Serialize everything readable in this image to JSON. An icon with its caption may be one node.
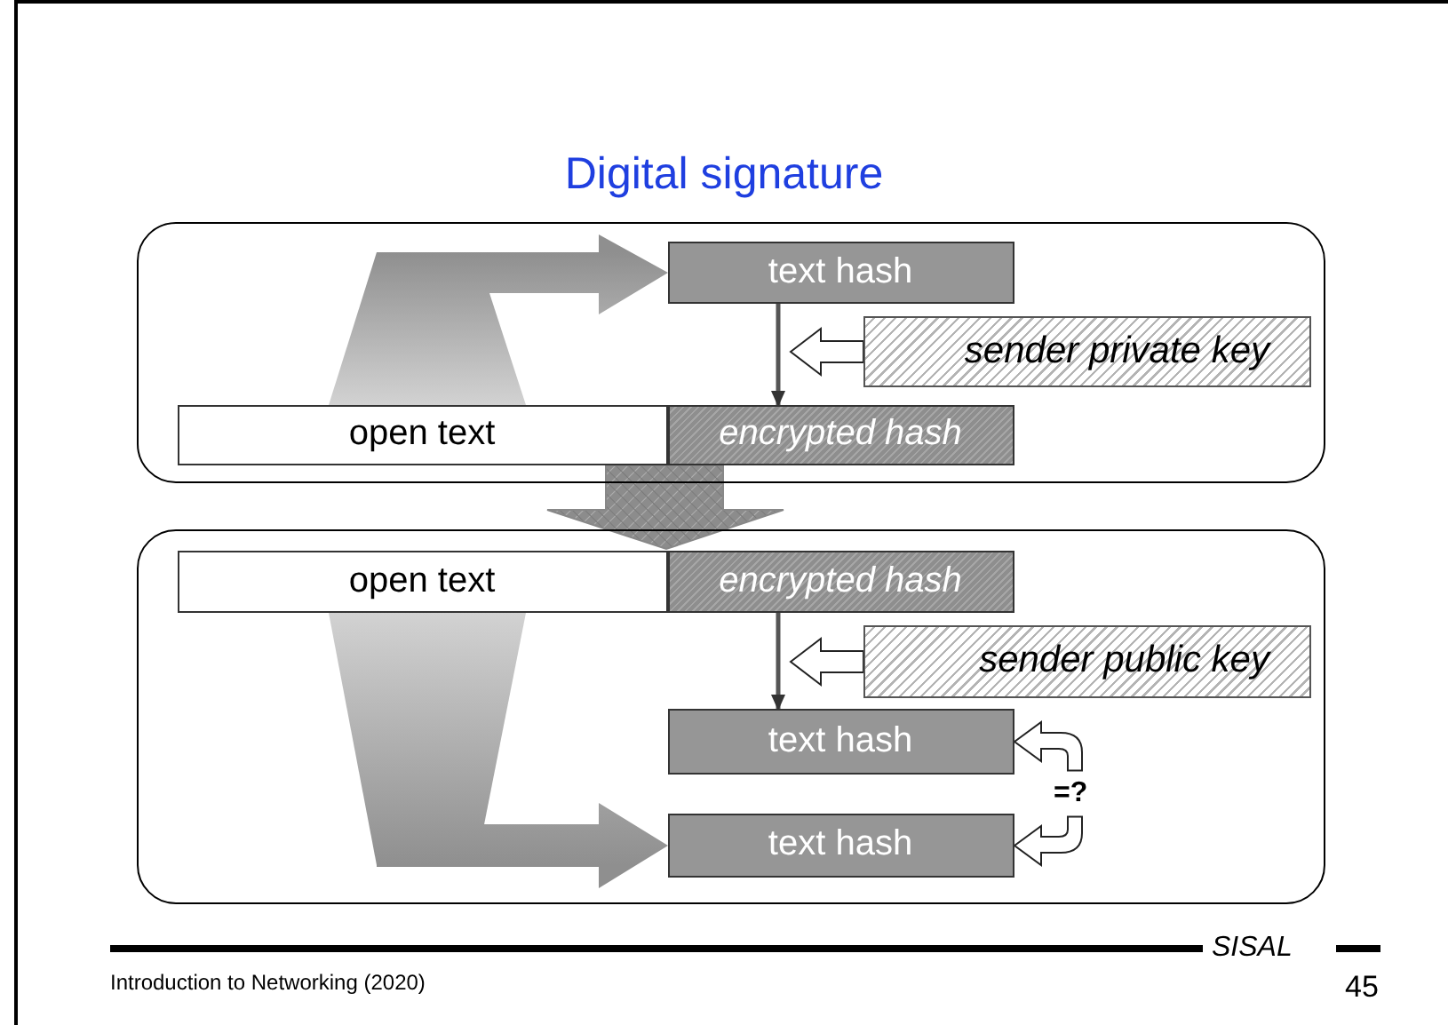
{
  "diagram": {
    "title": "Digital signature",
    "nodes": [
      {
        "text": [],
        "shape": "box"
      },
      {
        "text": [
          "text hash"
        ],
        "in": 0
      },
      {
        "text": [
          "sender private key"
        ],
        "in": 0
      },
      {
        "text": [
          "open text"
        ],
        "in": 0
      },
      {
        "text": [
          "encrypted hash"
        ],
        "in": 0
      },
      {
        "text": [],
        "shape": "box"
      },
      {
        "text": [
          "open text"
        ],
        "in": 5
      },
      {
        "text": [
          "encrypted hash"
        ],
        "in": 5
      },
      {
        "text": [
          "sender public key"
        ],
        "in": 5
      },
      {
        "text": [
          "text hash"
        ],
        "in": 5
      },
      {
        "text": [
          "text hash"
        ],
        "in": 5
      }
    ],
    "edges": [
      {
        "from": 3,
        "to": 1,
        "arrow": "to",
        "style": "thick"
      },
      {
        "from": 1,
        "to": 4,
        "arrow": "to"
      },
      {
        "from": 2,
        "to": null,
        "arrow": "to"
      },
      {
        "from": 0,
        "to": 5,
        "arrow": "to",
        "style": "thick"
      },
      {
        "from": 6,
        "to": 10,
        "arrow": "to",
        "style": "thick"
      },
      {
        "from": 7,
        "to": 9,
        "arrow": "to"
      },
      {
        "from": 8,
        "to": null,
        "arrow": "to"
      },
      {
        "from": 9,
        "to": 10,
        "arrow": "both",
        "label": "=?"
      }
    ],
    "labels": [
      "SISAL",
      "Introduction to Networking (2020)",
      "45"
    ]
  }
}
